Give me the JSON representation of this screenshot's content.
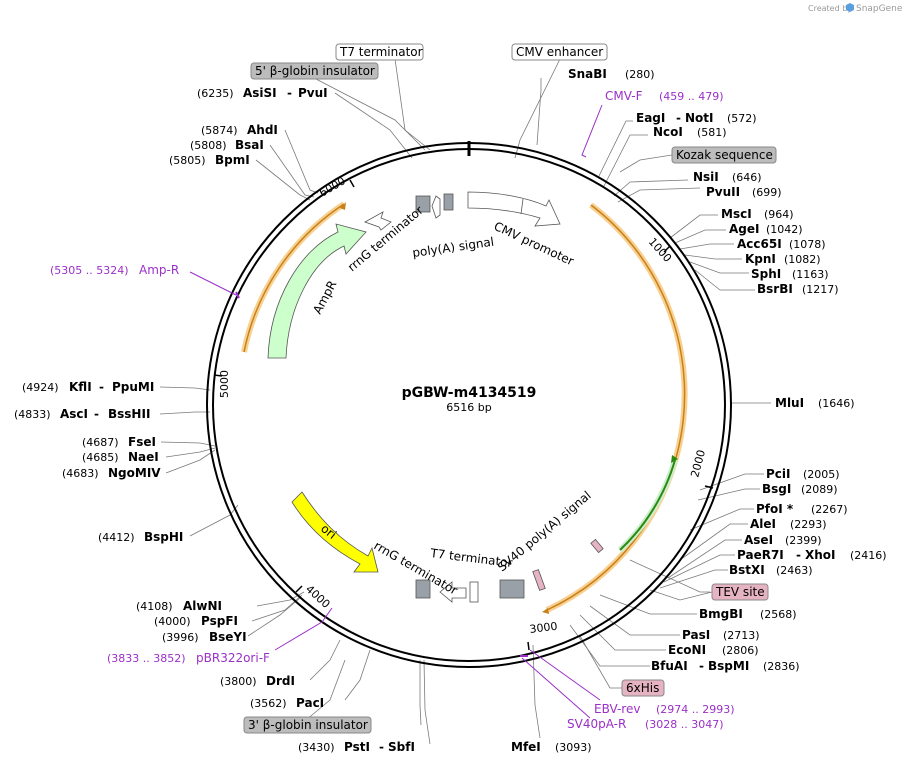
{
  "credit": {
    "text": "Created by",
    "brand": "SnapGene"
  },
  "plasmid": {
    "name": "pGBW-m4134519",
    "size": "6516 bp"
  },
  "ticks": [
    "1000",
    "2000",
    "3000",
    "4000",
    "5000",
    "6000"
  ],
  "features": {
    "t7_terminator_top": "T7 terminator",
    "beta_globin_5": "5' β-globin insulator",
    "cmv_enhancer": "CMV enhancer",
    "kozak": "Kozak sequence",
    "cmv_promoter": "CMV promoter",
    "polya_signal": "poly(A) signal",
    "rrng_terminator_top": "rrnG terminator",
    "ampr": "AmpR",
    "ori": "ori",
    "rrng_terminator_bottom": "rrnG terminator",
    "t7_terminator_bottom": "T7 terminator",
    "sv40_polya": "SV40 poly(A) signal",
    "tev_site": "TEV site",
    "his6": "6xHis",
    "beta_globin_3": "3' β-globin insulator"
  },
  "primers": {
    "cmvf": {
      "name": "CMV-F",
      "range": "(459 .. 479)"
    },
    "ampr": {
      "name": "Amp-R",
      "range": "(5305 .. 5324)"
    },
    "pbr322": {
      "name": "pBR322ori-F",
      "range": "(3833 .. 3852)"
    },
    "ebv": {
      "name": "EBV-rev",
      "range": "(2974 .. 2993)"
    },
    "sv40pa": {
      "name": "SV40pA-R",
      "range": "(3028 .. 3047)"
    }
  },
  "sites": {
    "snabi": {
      "name": "SnaBI",
      "pos": "(280)"
    },
    "eagi": {
      "name": "EagI",
      "sep": "-",
      "name2": "NotI",
      "pos": "(572)"
    },
    "ncoi": {
      "name": "NcoI",
      "pos": "(581)"
    },
    "nsii": {
      "name": "NsiI",
      "pos": "(646)"
    },
    "pvuii": {
      "name": "PvuII",
      "pos": "(699)"
    },
    "msci": {
      "name": "MscI",
      "pos": "(964)"
    },
    "agei": {
      "name": "AgeI",
      "pos": "(1042)"
    },
    "acc65i": {
      "name": "Acc65I",
      "pos": "(1078)"
    },
    "kpni": {
      "name": "KpnI",
      "pos": "(1082)"
    },
    "sphi": {
      "name": "SphI",
      "pos": "(1163)"
    },
    "bsrbi": {
      "name": "BsrBI",
      "pos": "(1217)"
    },
    "mlui": {
      "name": "MluI",
      "pos": "(1646)"
    },
    "pcii": {
      "name": "PciI",
      "pos": "(2005)"
    },
    "bsgi": {
      "name": "BsgI",
      "pos": "(2089)"
    },
    "pfoi": {
      "name": "PfoI *",
      "pos": "(2267)"
    },
    "alei": {
      "name": "AleI",
      "pos": "(2293)"
    },
    "asei": {
      "name": "AseI",
      "pos": "(2399)"
    },
    "paer7i": {
      "name": "PaeR7I",
      "sep": "-",
      "name2": "XhoI",
      "pos": "(2416)"
    },
    "bstxi": {
      "name": "BstXI",
      "pos": "(2463)"
    },
    "bmgbi": {
      "name": "BmgBI",
      "pos": "(2568)"
    },
    "pasi": {
      "name": "PasI",
      "pos": "(2713)"
    },
    "econi": {
      "name": "EcoNI",
      "pos": "(2806)"
    },
    "bfuai": {
      "name": "BfuAI",
      "sep": "-",
      "name2": "BspMI",
      "pos": "(2836)"
    },
    "mfei": {
      "name": "MfeI",
      "pos": "(3093)"
    },
    "psti": {
      "name": "PstI",
      "sep": "-",
      "name2": "SbfI",
      "pos": "(3430)"
    },
    "paci": {
      "name": "PacI",
      "pos": "(3562)"
    },
    "drdi": {
      "name": "DrdI",
      "pos": "(3800)"
    },
    "bseyi": {
      "name": "BseYI",
      "pos": "(3996)"
    },
    "pspfi": {
      "name": "PspFI",
      "pos": "(4000)"
    },
    "alwni": {
      "name": "AlwNI",
      "pos": "(4108)"
    },
    "bsphi": {
      "name": "BspHI",
      "pos": "(4412)"
    },
    "ngomiv": {
      "name": "NgoMIV",
      "pos": "(4683)"
    },
    "naei": {
      "name": "NaeI",
      "pos": "(4685)"
    },
    "fsei": {
      "name": "FseI",
      "pos": "(4687)"
    },
    "asci": {
      "name": "AscI",
      "sep": "-",
      "name2": "BssHII",
      "pos": "(4833)"
    },
    "kfli": {
      "name": "KflI",
      "sep": "-",
      "name2": "PpuMI",
      "pos": "(4924)"
    },
    "bpmi": {
      "name": "BpmI",
      "pos": "(5805)"
    },
    "bsai": {
      "name": "BsaI",
      "pos": "(5808)"
    },
    "ahdi": {
      "name": "AhdI",
      "pos": "(5874)"
    },
    "asisi": {
      "name": "AsiSI",
      "sep": "-",
      "name2": "PvuI",
      "pos": "(6235)"
    }
  },
  "colors": {
    "primer": "#9b30c8",
    "orf": "#f5a623",
    "ampr": "#ccffcc",
    "ori": "#ffff00",
    "his": "#e6b3c3",
    "green": "#2a8a10"
  }
}
